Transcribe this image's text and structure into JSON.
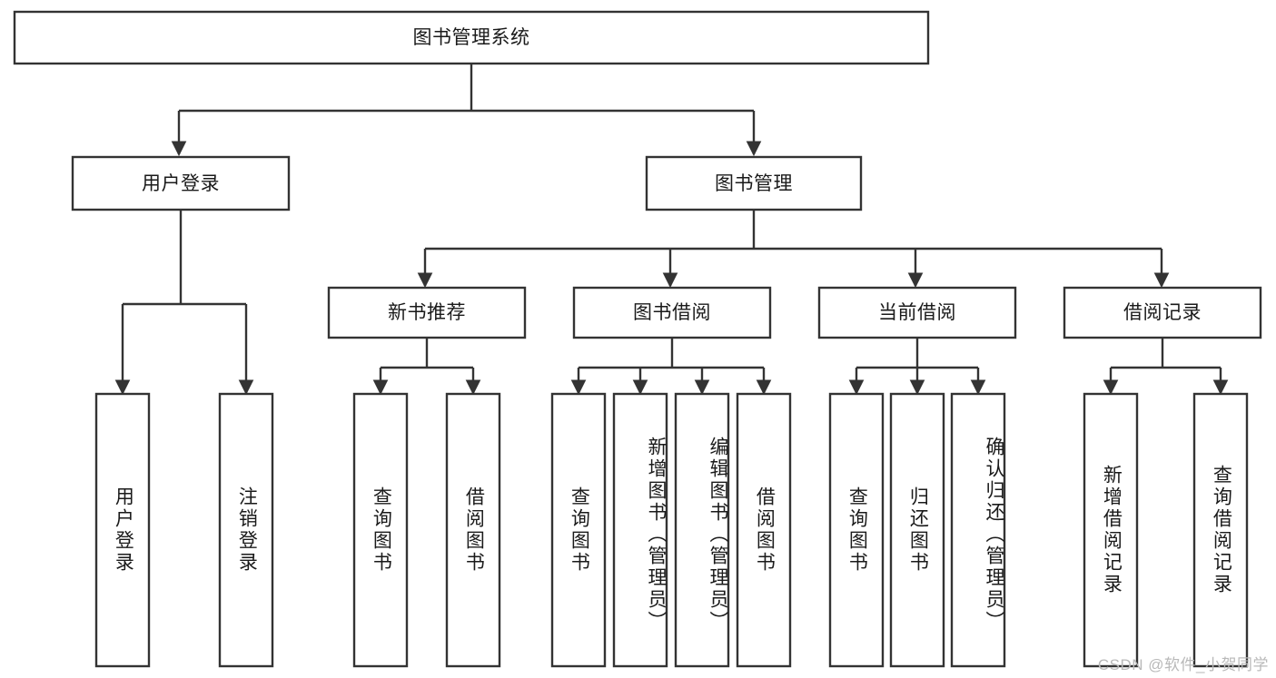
{
  "diagram": {
    "type": "tree",
    "title": "图书管理系统",
    "root": {
      "label": "图书管理系统"
    },
    "level2": [
      {
        "label": "用户登录"
      },
      {
        "label": "图书管理"
      }
    ],
    "level3": [
      {
        "label": "新书推荐"
      },
      {
        "label": "图书借阅"
      },
      {
        "label": "当前借阅"
      },
      {
        "label": "借阅记录"
      }
    ],
    "leaves": {
      "user_login": [
        {
          "label": "用户登录"
        },
        {
          "label": "注销登录"
        }
      ],
      "new_book_recommend": [
        {
          "label": "查询图书"
        },
        {
          "label": "借阅图书"
        }
      ],
      "book_borrow": [
        {
          "label": "查询图书"
        },
        {
          "label": "新增图书（管理员）"
        },
        {
          "label": "编辑图书（管理员）"
        },
        {
          "label": "借阅图书"
        }
      ],
      "current_borrow": [
        {
          "label": "查询图书"
        },
        {
          "label": "归还图书"
        },
        {
          "label": "确认归还（管理员）"
        }
      ],
      "borrow_record": [
        {
          "label": "新增借阅记录"
        },
        {
          "label": "查询借阅记录"
        }
      ]
    }
  },
  "colors": {
    "background": "#ffffff",
    "node_fill": "#ffffff",
    "stroke": "#333333",
    "text": "#1a1a1a",
    "watermark": "#b9b9b9"
  },
  "watermark": {
    "text": "CSDN @软件_小贺同学"
  }
}
